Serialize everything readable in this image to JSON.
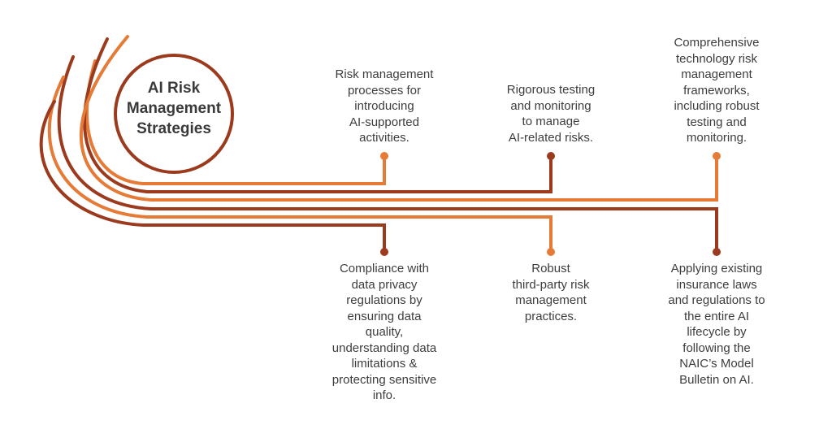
{
  "colors": {
    "dark": "#9c3a1e",
    "orange": "#e67a37",
    "text": "#3d3d3d"
  },
  "title": {
    "line1": "AI Risk",
    "line2": "Management",
    "line3": "Strategies"
  },
  "strategies_top": [
    {
      "text": "Risk management\nprocesses for\nintroducing\nAI-supported\nactivities."
    },
    {
      "text": "Rigorous testing\nand monitoring\nto manage\nAI-related risks."
    },
    {
      "text": "Comprehensive\ntechnology risk\nmanagement\nframeworks,\nincluding robust\ntesting and\nmonitoring."
    }
  ],
  "strategies_bottom": [
    {
      "text": "Compliance with\ndata privacy\nregulations by\nensuring data\nquality,\nunderstanding data\nlimitations &\nprotecting sensitive\ninfo."
    },
    {
      "text": "Robust\nthird-party risk\nmanagement\npractices."
    },
    {
      "text": "Applying existing\ninsurance laws\nand regulations to\nthe entire AI\nlifecycle by\nfollowing the\nNAIC’s Model\nBulletin on AI."
    }
  ]
}
